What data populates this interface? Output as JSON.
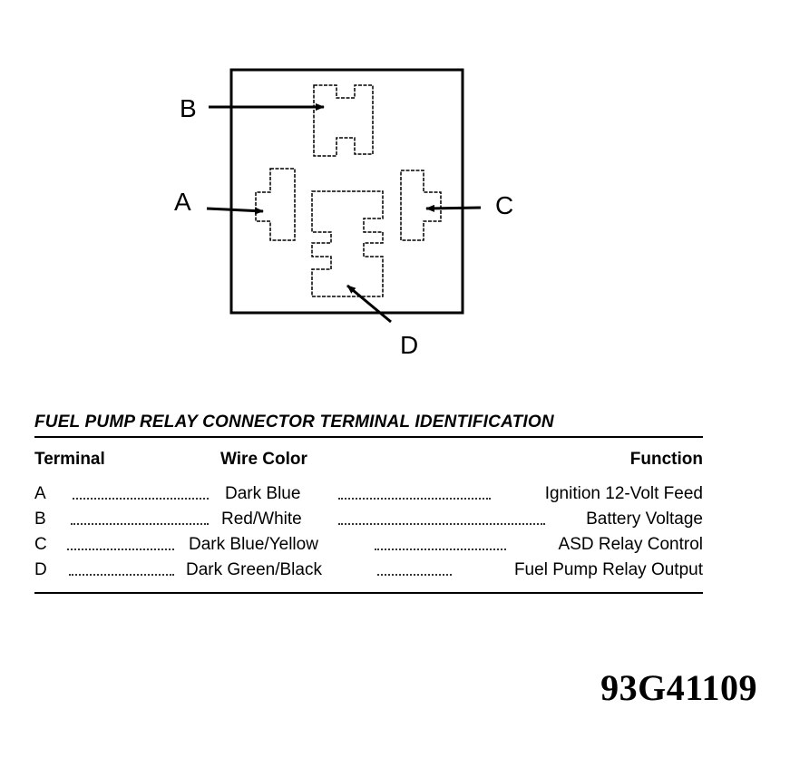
{
  "diagram": {
    "callouts": [
      "A",
      "B",
      "C",
      "D"
    ]
  },
  "table": {
    "title": "FUEL PUMP RELAY CONNECTOR TERMINAL IDENTIFICATION",
    "headers": {
      "terminal": "Terminal",
      "wire_color": "Wire Color",
      "function": "Function"
    },
    "rows": [
      {
        "terminal": "A",
        "wire_color": "Dark Blue",
        "function": "Ignition 12-Volt Feed"
      },
      {
        "terminal": "B",
        "wire_color": "Red/White",
        "function": "Battery Voltage"
      },
      {
        "terminal": "C",
        "wire_color": "Dark Blue/Yellow",
        "function": "ASD Relay Control"
      },
      {
        "terminal": "D",
        "wire_color": "Dark Green/Black",
        "function": "Fuel Pump Relay Output"
      }
    ]
  },
  "figure_id": "93G41109"
}
